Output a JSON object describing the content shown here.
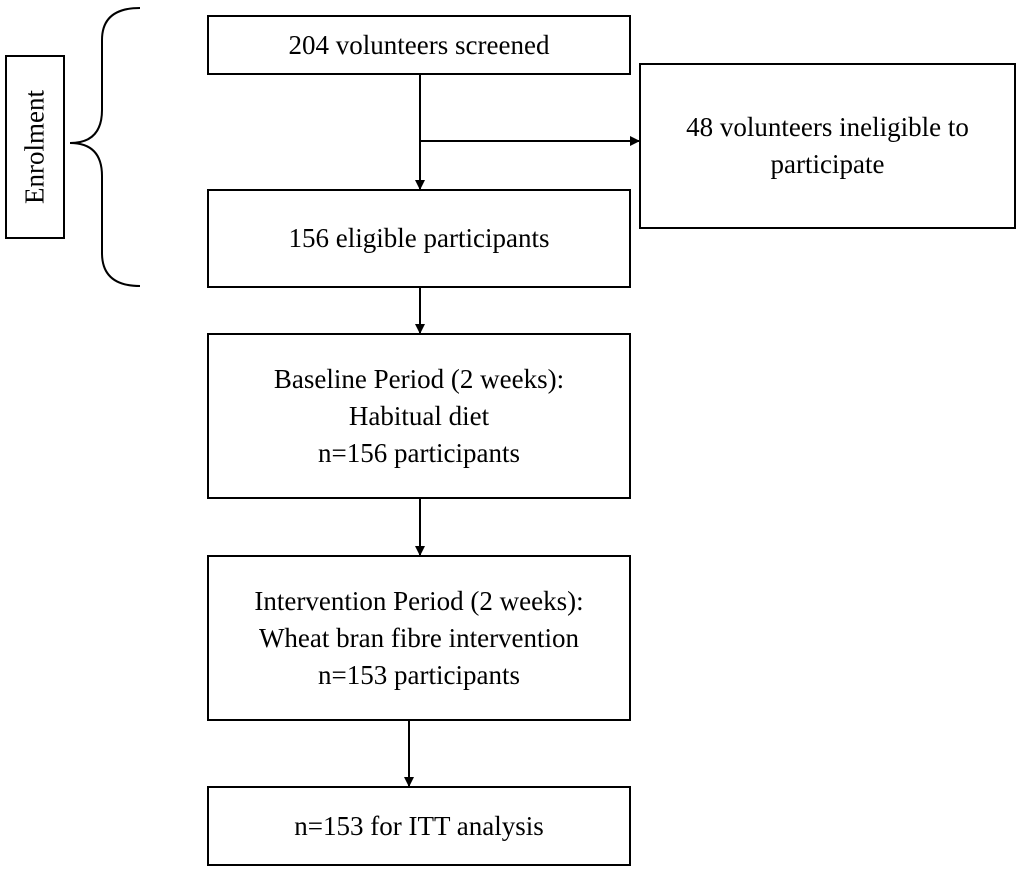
{
  "stage_label": "Enrolment",
  "boxes": {
    "screened": {
      "lines": [
        "204 volunteers screened"
      ]
    },
    "ineligible": {
      "lines": [
        "48 volunteers ineligible to",
        "participate"
      ]
    },
    "eligible": {
      "lines": [
        "156 eligible participants"
      ]
    },
    "baseline": {
      "lines": [
        "Baseline Period (2 weeks):",
        "Habitual diet",
        "n=156 participants"
      ]
    },
    "intervention": {
      "lines": [
        "Intervention Period (2 weeks):",
        "Wheat bran fibre intervention",
        "n=153 participants"
      ]
    },
    "itt": {
      "lines": [
        "n=153 for ITT analysis"
      ]
    }
  }
}
